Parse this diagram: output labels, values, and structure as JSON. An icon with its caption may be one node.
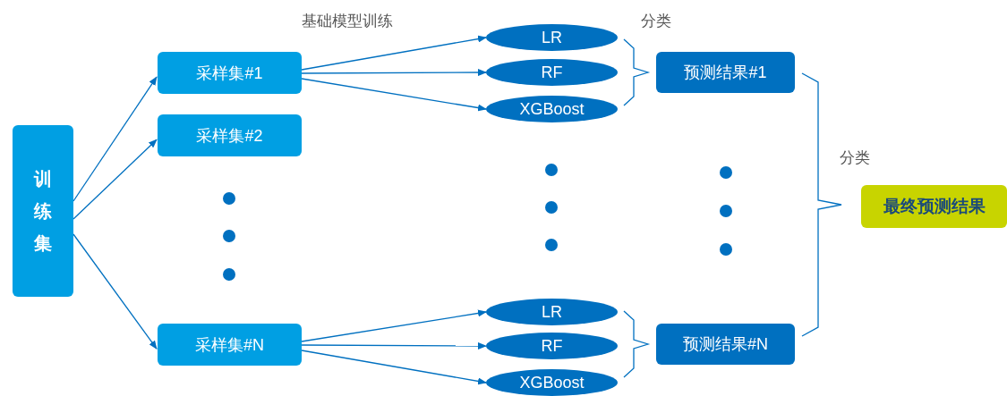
{
  "diagram": {
    "nodes": [
      {
        "text": [
          "训练集"
        ]
      },
      {
        "text": [
          "采样集#1"
        ]
      },
      {
        "text": [
          "采样集#2"
        ]
      },
      {
        "text": [
          "采样集#N"
        ]
      },
      {
        "text": [
          "LR"
        ]
      },
      {
        "text": [
          "RF"
        ]
      },
      {
        "text": [
          "XGBoost"
        ]
      },
      {
        "text": [
          "LR"
        ]
      },
      {
        "text": [
          "RF"
        ]
      },
      {
        "text": [
          "XGBoost"
        ]
      },
      {
        "text": [
          "预测结果#1"
        ]
      },
      {
        "text": [
          "预测结果#N"
        ]
      },
      {
        "text": [
          "最终预测结果"
        ]
      }
    ],
    "edges": [
      {
        "from": 0,
        "to": 1,
        "arrow": "to"
      },
      {
        "from": 0,
        "to": 2,
        "arrow": "to"
      },
      {
        "from": 0,
        "to": 3,
        "arrow": "to"
      },
      {
        "from": 1,
        "to": 4,
        "arrow": "to"
      },
      {
        "from": 1,
        "to": 5,
        "arrow": "to"
      },
      {
        "from": 1,
        "to": 6,
        "arrow": "to"
      },
      {
        "from": 3,
        "to": 7,
        "arrow": "to"
      },
      {
        "from": 3,
        "to": 8,
        "arrow": "to"
      },
      {
        "from": 3,
        "to": 9,
        "arrow": "to"
      }
    ],
    "labels": [
      "基础模型训练",
      "分类",
      "分类"
    ]
  }
}
